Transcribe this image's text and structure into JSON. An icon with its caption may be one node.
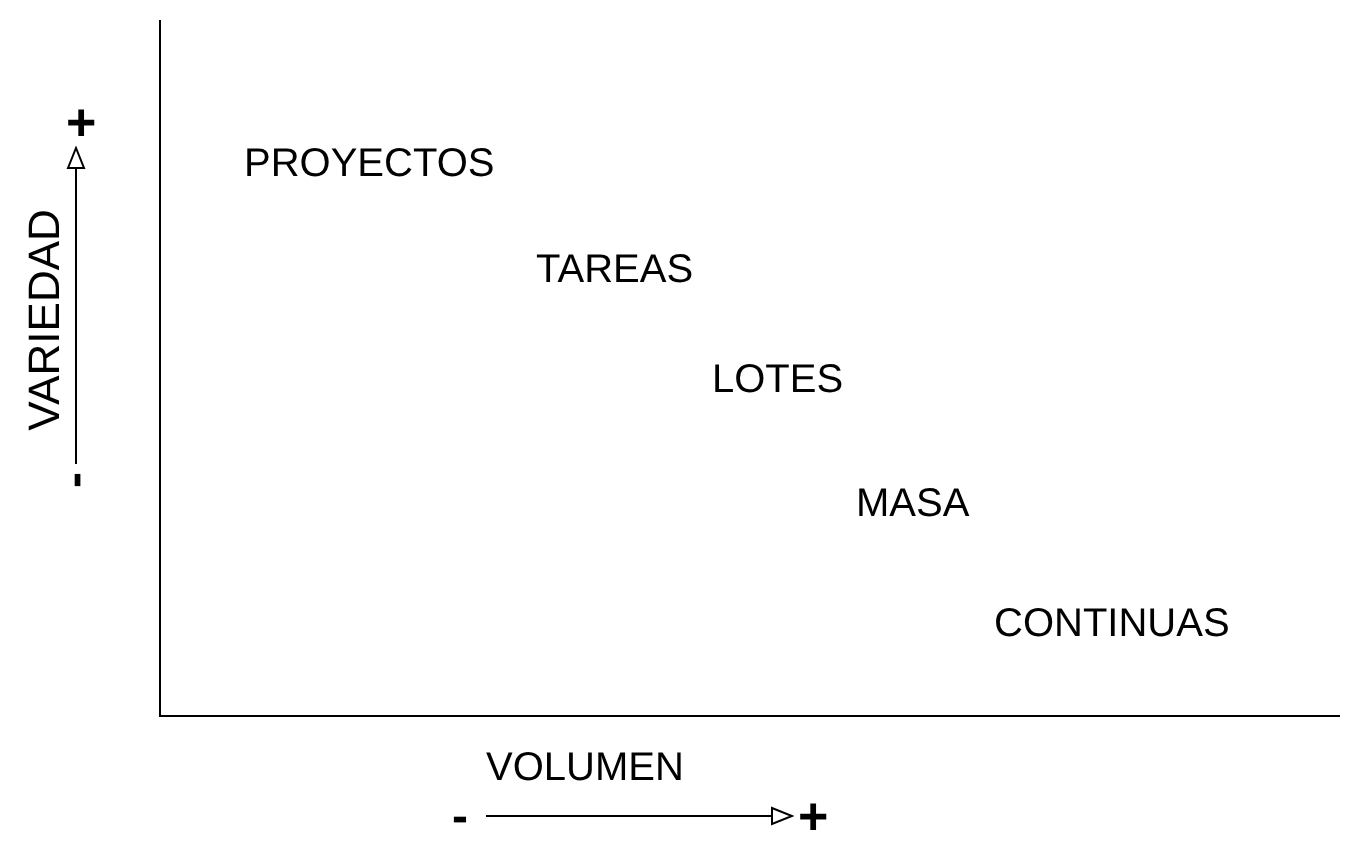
{
  "diagram": {
    "labels": [
      "+",
      "VARIEDAD",
      "-",
      "PROYECTOS",
      "TAREAS",
      "LOTES",
      "MASA",
      "CONTINUAS",
      "VOLUMEN",
      "-",
      "+"
    ]
  }
}
